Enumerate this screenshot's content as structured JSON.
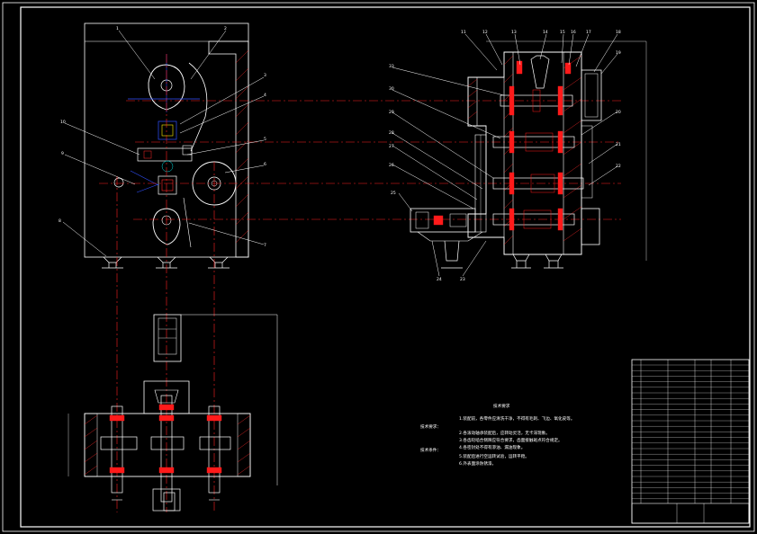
{
  "drawing": {
    "background": "#000000",
    "line_color": "#ffffff",
    "centerline_color": "#ff2020",
    "detail_color": "#ff1a1a",
    "hatch_color": "#ff2a2a",
    "accent_blue": "#3050ff",
    "accent_yellow": "#ffee00",
    "accent_cyan": "#00e0e0"
  },
  "front_view": {
    "part_numbers_top": [
      "1",
      "2"
    ],
    "part_numbers_right": [
      "3",
      "4",
      "5",
      "6",
      "7"
    ],
    "part_numbers_left": [
      "10",
      "9",
      "8"
    ]
  },
  "side_view": {
    "part_numbers_top": [
      "11",
      "12",
      "13",
      "14",
      "15",
      "16",
      "17",
      "18",
      "19"
    ],
    "part_numbers_right": [
      "20",
      "21",
      "22"
    ],
    "part_numbers_left": [
      "33",
      "30",
      "29",
      "28",
      "27",
      "26",
      "25"
    ],
    "part_numbers_bottom": [
      "24",
      "23"
    ]
  },
  "technical_requirements": {
    "title": "技术要求",
    "label_a": "技术要求：",
    "label_b": "技术条件：",
    "items": [
      "1.装配前，各零件应清洗干净，不得有毛刺、飞边、氧化皮等。",
      "2.各滚动轴承装配后，应转动灵活，无卡滞现象。",
      "3.各齿轮啮合侧隙应符合要求，齿面接触斑点符合规定。",
      "4.各密封处不得有渗油、漏油现象。",
      "5.装配后进行空运转试验，运转平稳。",
      "6.外表面涂防锈漆。"
    ]
  }
}
